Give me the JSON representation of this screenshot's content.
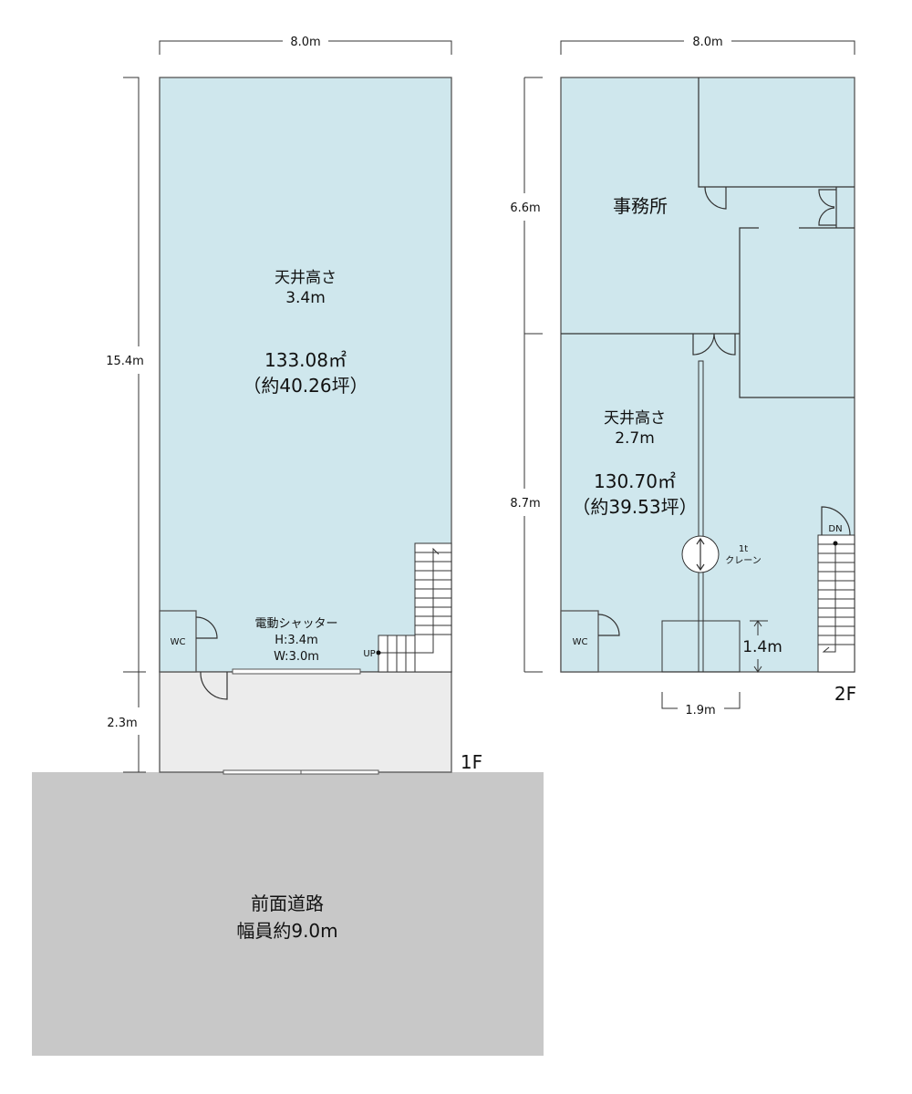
{
  "floor1": {
    "label": "1F",
    "width_dim": "8.0m",
    "depth_dim": "15.4m",
    "front_dim": "2.3m",
    "ceiling_label": "天井高さ",
    "ceiling_height": "3.4m",
    "area": "133.08㎡",
    "area_tsubo": "（約40.26坪）",
    "wc": "WC",
    "shutter_label": "電動シャッター",
    "shutter_h": "H:3.4m",
    "shutter_w": "W:3.0m",
    "stairs": "UP"
  },
  "floor2": {
    "label": "2F",
    "width_dim": "8.0m",
    "office_dim": "6.6m",
    "rear_dim": "8.7m",
    "office": "事務所",
    "ceiling_label": "天井高さ",
    "ceiling_height": "2.7m",
    "area": "130.70㎡",
    "area_tsubo": "（約39.53坪）",
    "wc": "WC",
    "crane_capacity": "1t",
    "crane_label": "クレーン",
    "opening_h": "1.4m",
    "opening_w": "1.9m",
    "stairs": "DN"
  },
  "road": {
    "name": "前面道路",
    "width": "幅員約9.0m"
  },
  "colors": {
    "room": "#cfe7ed",
    "entrance": "#ececec",
    "road": "#c8c8c8"
  }
}
